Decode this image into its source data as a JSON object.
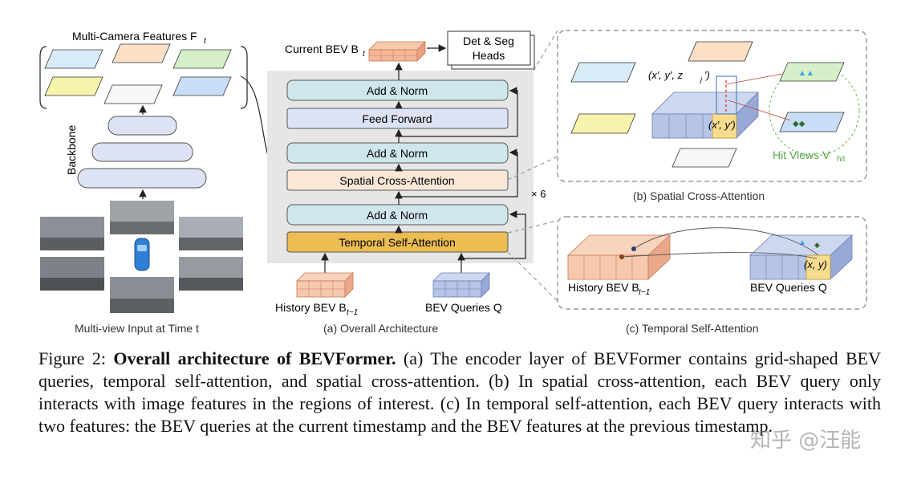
{
  "figure": {
    "multi_camera": {
      "title": "Multi-Camera Features F",
      "subscript": "t",
      "backbone_label": "Backbone",
      "input_caption": "Multi-view Input at Time t"
    },
    "architecture": {
      "current_bev": "Current BEV B",
      "current_bev_sub": "t",
      "heads": [
        "Det & Seg",
        "Heads"
      ],
      "blocks": {
        "add_norm_top": "Add & Norm",
        "feed_forward": "Feed Forward",
        "add_norm_mid": "Add & Norm",
        "spatial_cross_attention": "Spatial Cross-Attention",
        "add_norm_bottom": "Add & Norm",
        "temporal_self_attention": "Temporal Self-Attention"
      },
      "repeat": "× 6",
      "history_bev": "History BEV B",
      "history_bev_sub": "t−1",
      "bev_queries": "BEV Queries Q",
      "caption": "(a) Overall Architecture"
    },
    "spatial": {
      "point_label": "(x′, y′, z",
      "point_label_sub": "j",
      "point_label_end": "′)",
      "ref_label": "(x′, y′)",
      "hit_views": "Hit Views V",
      "hit_views_sub": "hit",
      "caption": "(b) Spatial Cross-Attention"
    },
    "temporal": {
      "history_bev": "History BEV B",
      "history_bev_sub": "t−1",
      "bev_queries": "BEV Queries Q",
      "xy_label": "(x, y)",
      "caption": "(c) Temporal Self-Attention"
    }
  },
  "caption": {
    "lead": "Figure 2: ",
    "title": "Overall architecture of BEVFormer.",
    "body": " (a) The encoder layer of BEVFormer contains grid-shaped BEV queries, temporal self-attention, and spatial cross-attention. (b) In spatial cross-attention, each BEV query only interacts with image features in the regions of interest. (c) In temporal self-attention, each BEV query interacts with two features: the BEV queries at the current timestamp and the BEV features at the previous timestamp."
  },
  "watermark": "知乎 @汪能",
  "colors": {
    "block_teal": "#cfe6ec",
    "block_lavender": "#dde3f4",
    "block_peach": "#fbe7d6",
    "block_gold": "#ebbd52",
    "panel_gray": "#e6e6e6",
    "grid_salmon": "#f3b89a",
    "grid_blue": "#b6c4e6",
    "hit_green": "#7cc06a"
  }
}
